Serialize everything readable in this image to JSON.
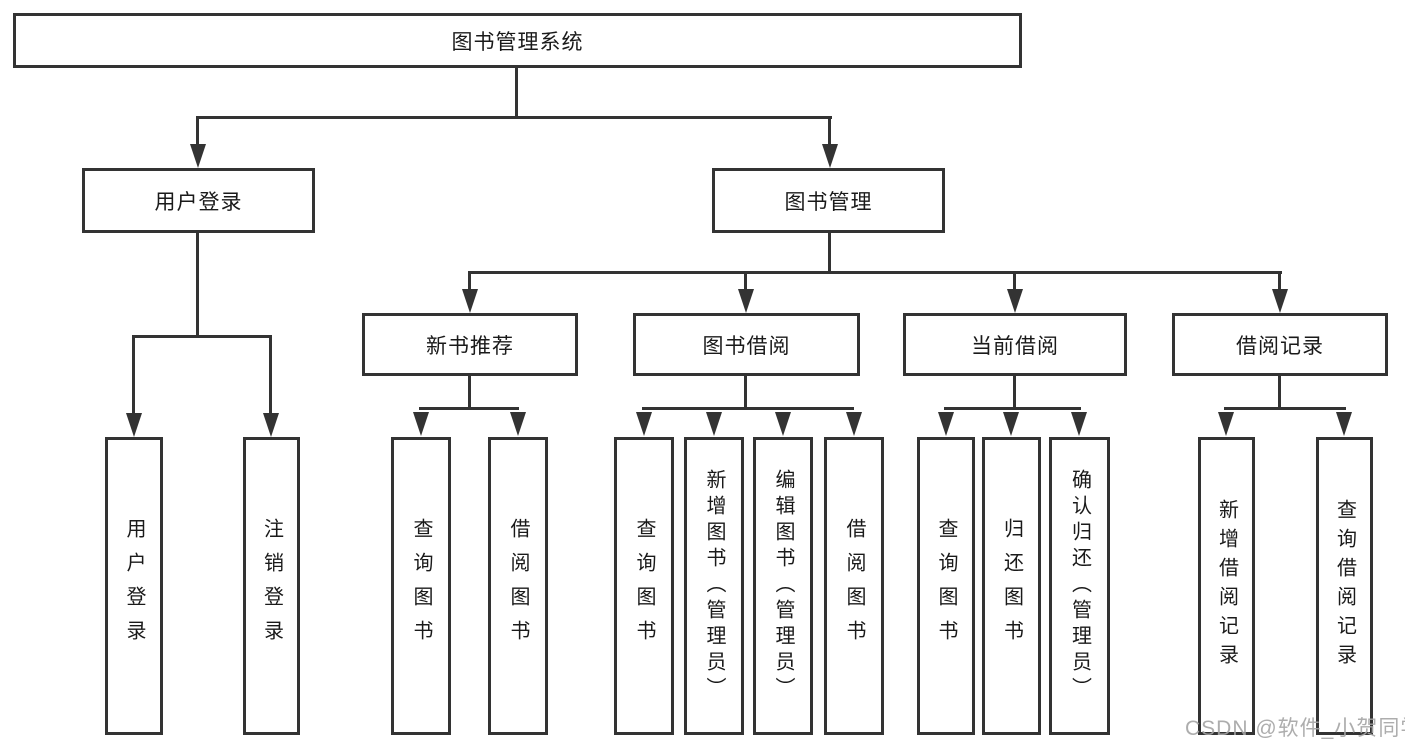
{
  "watermark": {
    "text": "CSDN @软件_小贺同学",
    "color": "#a4a4a4"
  },
  "style": {
    "line_color": "#333333",
    "background": "#ffffff"
  },
  "tree": {
    "root": {
      "label": "图书管理系统"
    },
    "level2": [
      {
        "label": "用户登录",
        "children": [
          {
            "label": "用户登录"
          },
          {
            "label": "注销登录"
          }
        ]
      },
      {
        "label": "图书管理",
        "children": [
          {
            "label": "新书推荐",
            "children": [
              {
                "label": "查询图书"
              },
              {
                "label": "借阅图书"
              }
            ]
          },
          {
            "label": "图书借阅",
            "children": [
              {
                "label": "查询图书"
              },
              {
                "label": "新增图书（管理员）"
              },
              {
                "label": "编辑图书（管理员）"
              },
              {
                "label": "借阅图书"
              }
            ]
          },
          {
            "label": "当前借阅",
            "children": [
              {
                "label": "查询图书"
              },
              {
                "label": "归还图书"
              },
              {
                "label": "确认归还（管理员）"
              }
            ]
          },
          {
            "label": "借阅记录",
            "children": [
              {
                "label": "新增借阅记录"
              },
              {
                "label": "查询借阅记录"
              }
            ]
          }
        ]
      }
    ]
  }
}
